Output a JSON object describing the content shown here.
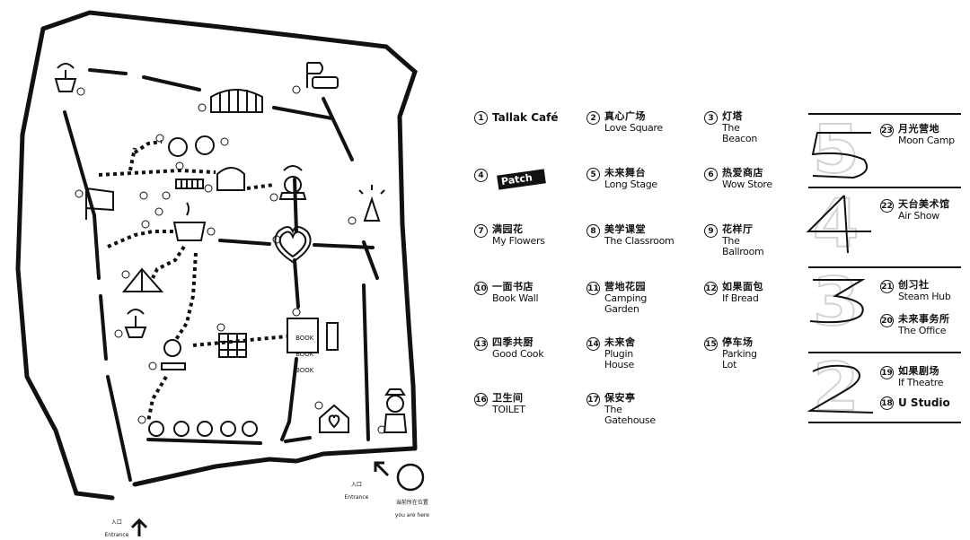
{
  "legend": [
    {
      "n": "1",
      "zh": "",
      "en": "Tallak Café"
    },
    {
      "n": "2",
      "zh": "真心广场",
      "en": "Love Square"
    },
    {
      "n": "3",
      "zh": "灯塔",
      "en": "The\nBeacon"
    },
    {
      "n": "4",
      "zh": "",
      "en": "Patch"
    },
    {
      "n": "5",
      "zh": "未来舞台",
      "en": "Long Stage"
    },
    {
      "n": "6",
      "zh": "热爱商店",
      "en": "Wow Store"
    },
    {
      "n": "7",
      "zh": "满园花",
      "en": "My Flowers"
    },
    {
      "n": "8",
      "zh": "美学课堂",
      "en": "The Classroom"
    },
    {
      "n": "9",
      "zh": "花样厅",
      "en": "The\nBallroom"
    },
    {
      "n": "10",
      "zh": "一面书店",
      "en": "Book Wall"
    },
    {
      "n": "11",
      "zh": "营地花园",
      "en": "Camping\nGarden"
    },
    {
      "n": "12",
      "zh": "如果面包",
      "en": "If Bread"
    },
    {
      "n": "13",
      "zh": "四季共厨",
      "en": "Good Cook"
    },
    {
      "n": "14",
      "zh": "未来舍",
      "en": "Plugin\nHouse"
    },
    {
      "n": "15",
      "zh": "停车场",
      "en": "Parking\nLot"
    },
    {
      "n": "16",
      "zh": "卫生间",
      "en": "TOILET"
    },
    {
      "n": "17",
      "zh": "保安亭",
      "en": "The\nGatehouse"
    },
    {
      "n": "23",
      "zh": "月光营地",
      "en": "Moon Camp"
    },
    {
      "n": "22",
      "zh": "天台美术馆",
      "en": "Air Show"
    },
    {
      "n": "21",
      "zh": "创习社",
      "en": "Steam Hub"
    },
    {
      "n": "20",
      "zh": "未来事务所",
      "en": "The Office"
    },
    {
      "n": "19",
      "zh": "如果剧场",
      "en": "If Theatre"
    },
    {
      "n": "18",
      "zh": "",
      "en": "U Studio"
    }
  ],
  "floors": [
    "5",
    "4",
    "3",
    "2"
  ],
  "map_labels": {
    "entrance_zh": "入口",
    "entrance_en": "Entrance",
    "here_zh": "当前所在位置",
    "here_en": "you are here",
    "book": "BOOK"
  }
}
